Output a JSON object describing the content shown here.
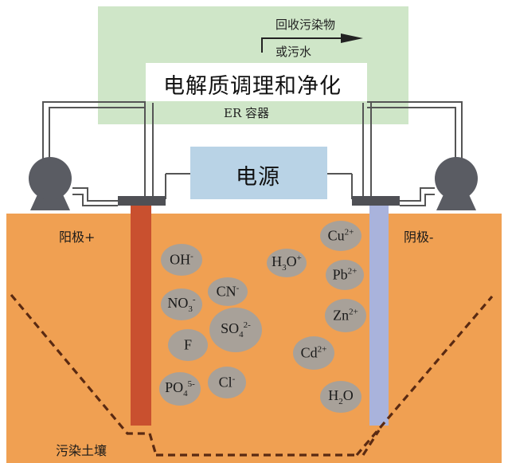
{
  "container": {
    "recover_line1": "回收污染物",
    "recover_line2": "或污水",
    "process_label": "电解质调理和净化",
    "container_label": "ER 容器"
  },
  "power": {
    "label": "电源"
  },
  "electrodes": {
    "anode_label": "阳极+",
    "cathode_label": "阴极-"
  },
  "soil": {
    "label": "污染土壤"
  },
  "ions": [
    {
      "base": "OH",
      "sup": "-",
      "sub": ""
    },
    {
      "base": "NO",
      "sub": "3",
      "sup": "-"
    },
    {
      "base": "F",
      "sub": "",
      "sup": ""
    },
    {
      "base": "PO",
      "sub": "4",
      "sup": "5-"
    },
    {
      "base": "CN",
      "sub": "",
      "sup": "-"
    },
    {
      "base": "SO",
      "sub": "4",
      "sup": "2-"
    },
    {
      "base": "Cl",
      "sub": "",
      "sup": "-"
    },
    {
      "base": "H",
      "sub": "3",
      "sup": "",
      "tail": "O",
      "tail_sup": "+"
    },
    {
      "base": "Cu",
      "sub": "",
      "sup": "2+"
    },
    {
      "base": "Pb",
      "sub": "",
      "sup": "2+"
    },
    {
      "base": "Zn",
      "sub": "",
      "sup": "2+"
    },
    {
      "base": "Cd",
      "sub": "",
      "sup": "2+"
    },
    {
      "base": "H",
      "sub": "2",
      "sup": "",
      "tail": "O",
      "tail_sup": ""
    }
  ],
  "colors": {
    "soil": "#f0a052",
    "container": "#cfe6c8",
    "power": "#b9d3e6",
    "anode": "#c9502f",
    "cathode": "#a9b3dc",
    "ion": "#a8a199",
    "pump": "#5a5c63"
  }
}
